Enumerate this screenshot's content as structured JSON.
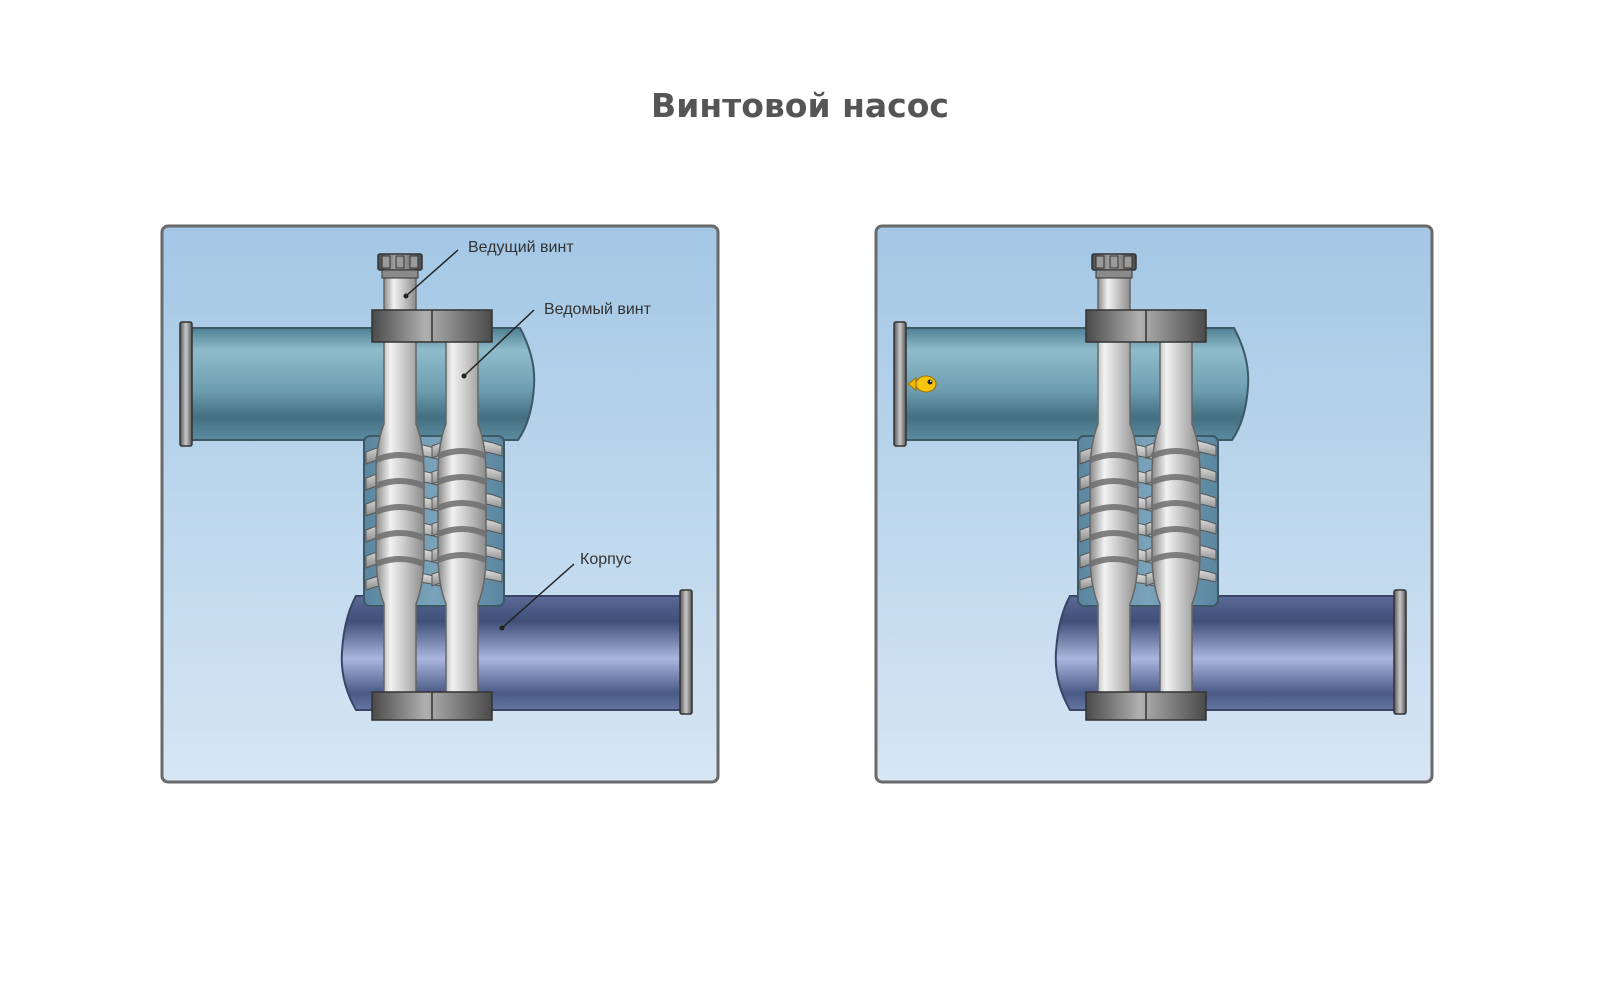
{
  "title": "Винтовой насос",
  "panels": [
    {
      "name": "labeled-diagram",
      "labels": {
        "drive_screw": "Ведущий винт",
        "driven_screw": "Ведомый винт",
        "housing": "Корпус"
      }
    },
    {
      "name": "animated-diagram",
      "labels": {}
    }
  ],
  "colors": {
    "background": "#a9cbe6",
    "upper_pipe": "#6fa2b4",
    "lower_pipe": "#7d8fbe",
    "screw_metal": "#c8c8c8",
    "text": "#555555"
  }
}
